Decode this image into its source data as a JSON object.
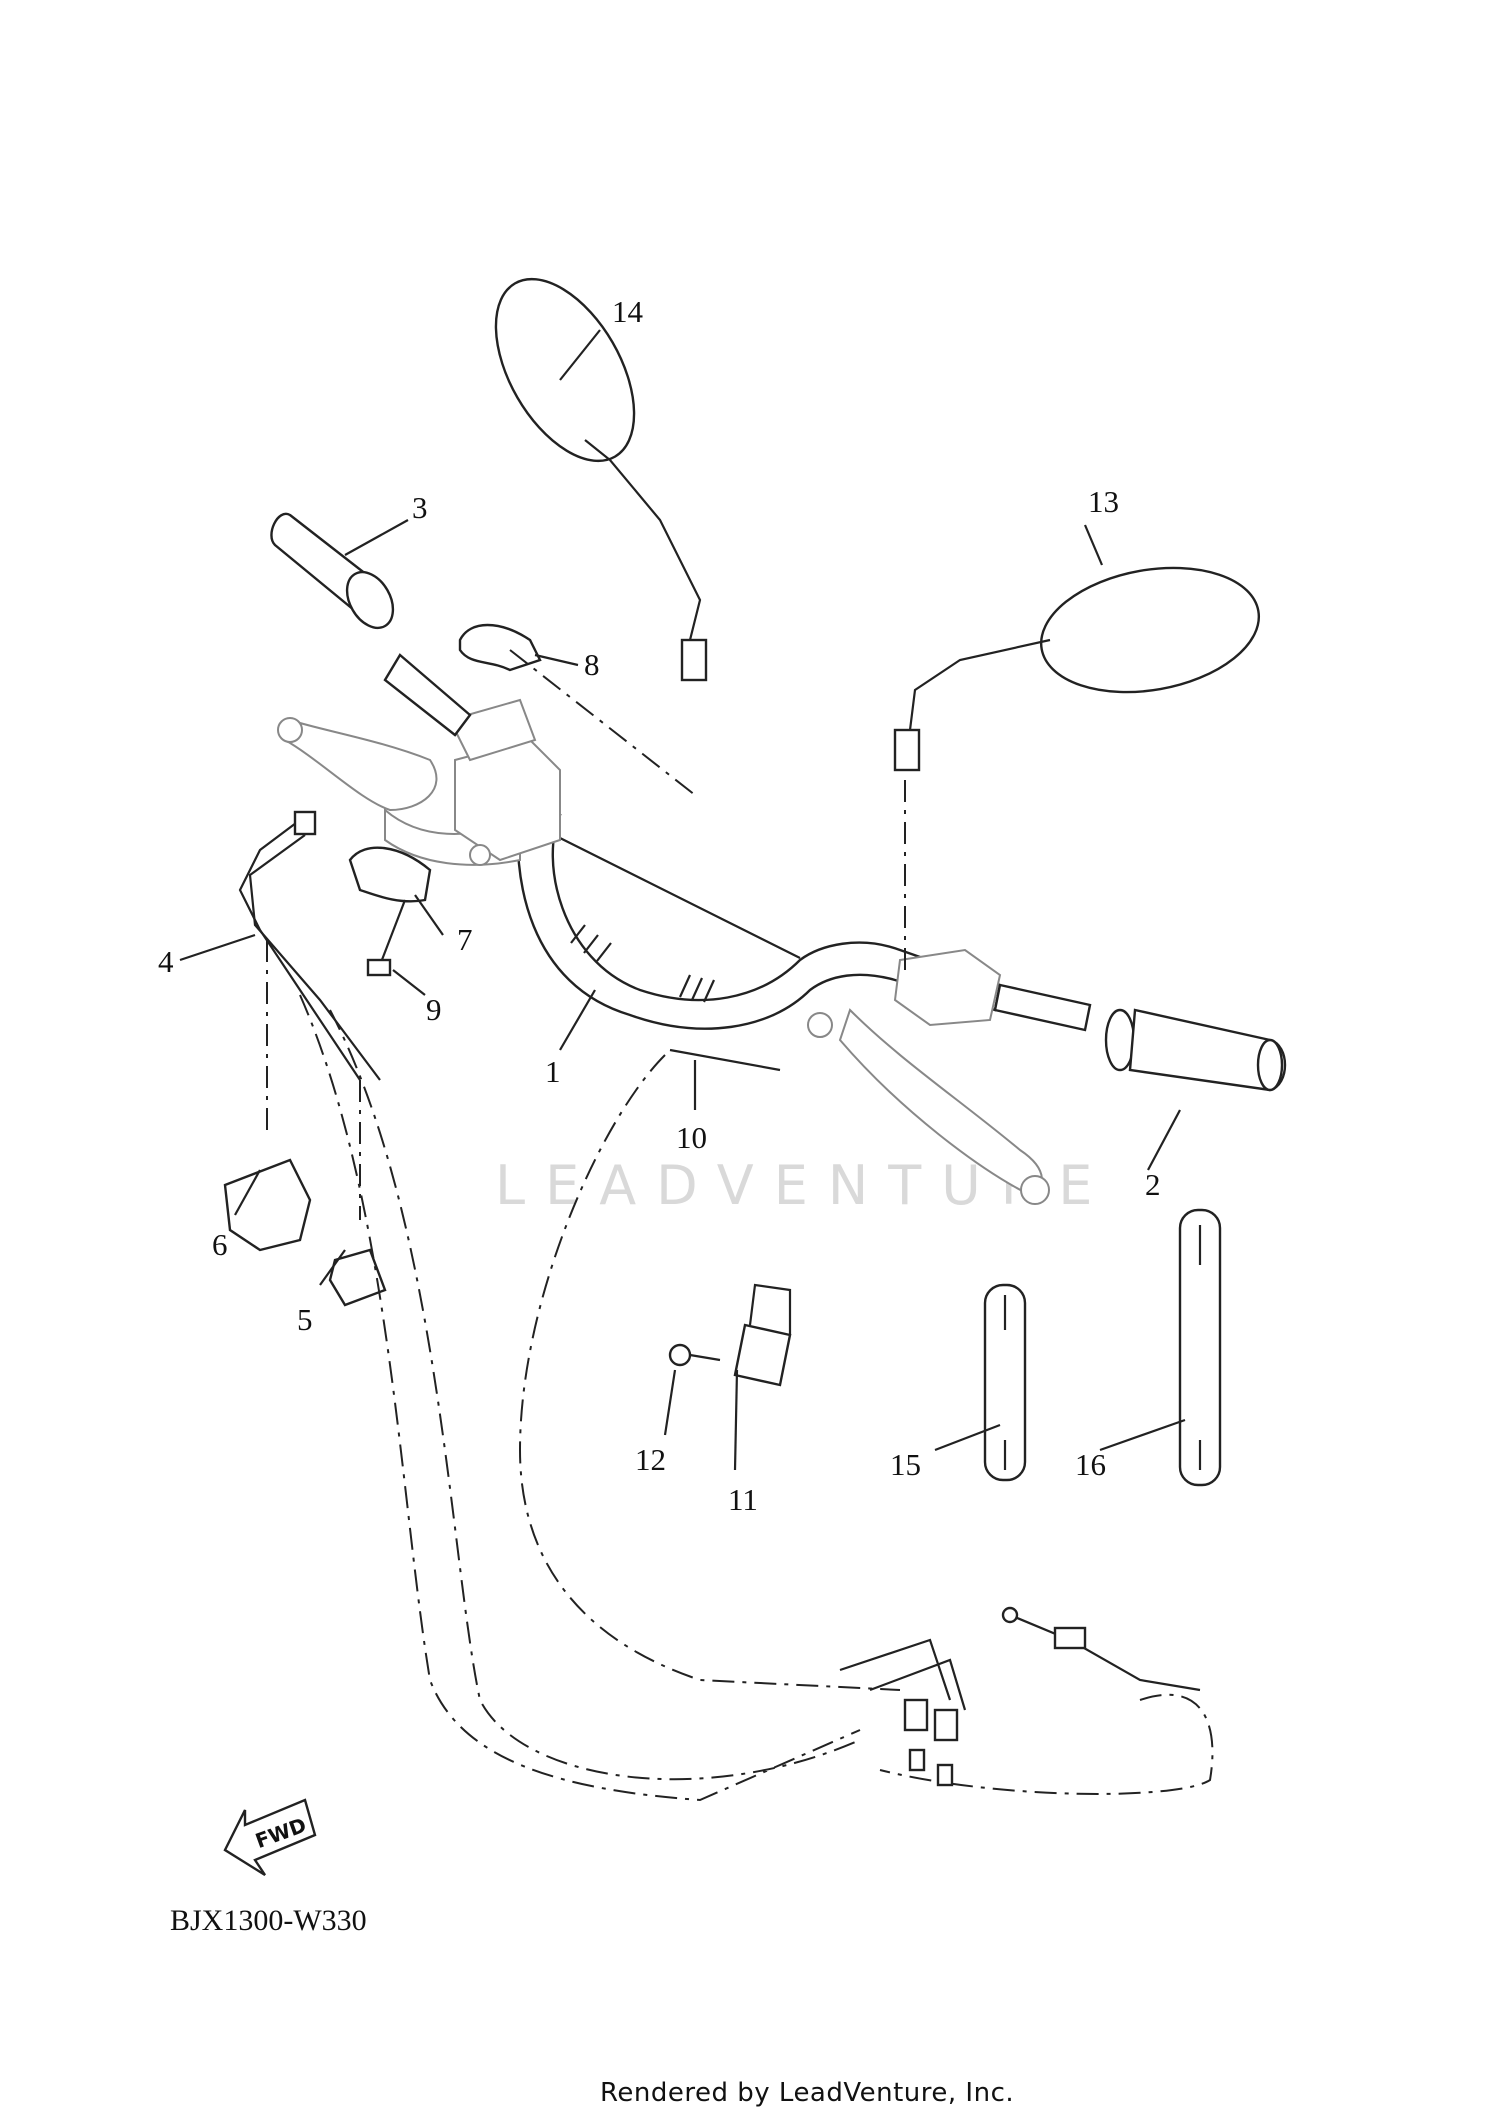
{
  "diagram": {
    "code": "BJX1300-W330",
    "footer": "Rendered by LeadVenture, Inc.",
    "watermark": "LEADVENTURE",
    "fwd_badge": "FWD",
    "callouts": [
      {
        "id": "1",
        "label": "1"
      },
      {
        "id": "2",
        "label": "2"
      },
      {
        "id": "3",
        "label": "3"
      },
      {
        "id": "4",
        "label": "4"
      },
      {
        "id": "5",
        "label": "5"
      },
      {
        "id": "6",
        "label": "6"
      },
      {
        "id": "7",
        "label": "7"
      },
      {
        "id": "8",
        "label": "8"
      },
      {
        "id": "9",
        "label": "9"
      },
      {
        "id": "10",
        "label": "10"
      },
      {
        "id": "11",
        "label": "11"
      },
      {
        "id": "12",
        "label": "12"
      },
      {
        "id": "13",
        "label": "13"
      },
      {
        "id": "14",
        "label": "14"
      },
      {
        "id": "15",
        "label": "15"
      },
      {
        "id": "16",
        "label": "16"
      }
    ]
  }
}
